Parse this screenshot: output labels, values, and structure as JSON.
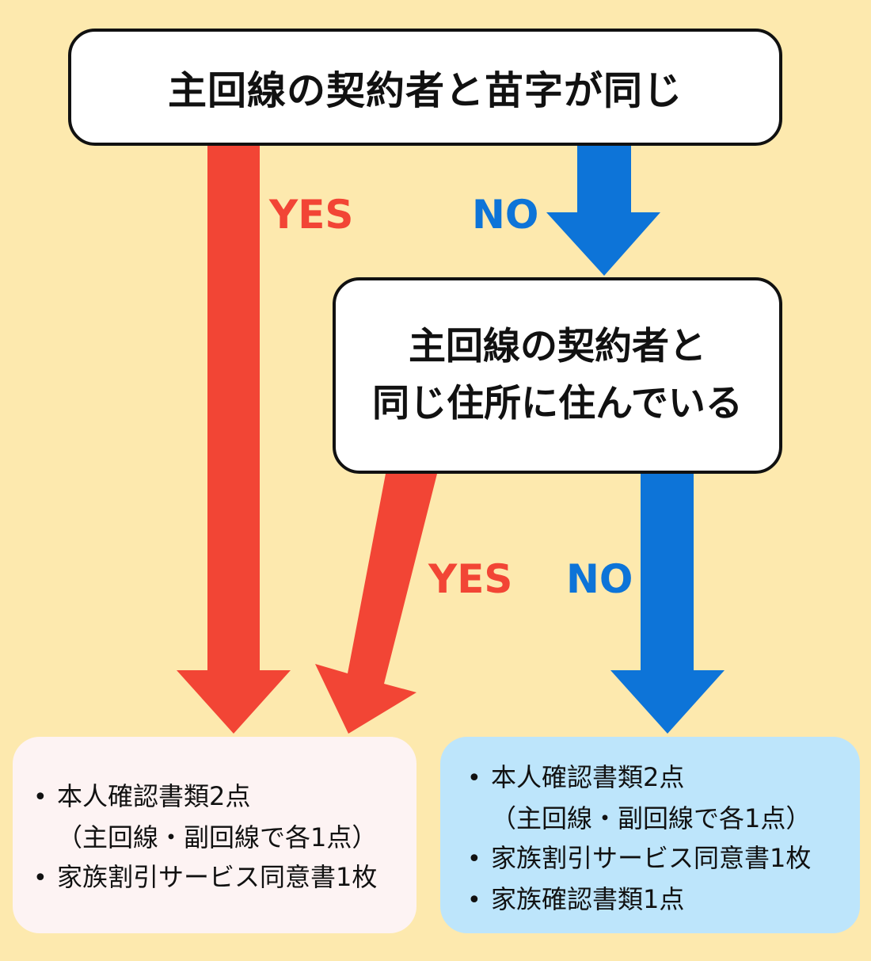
{
  "question1": "主回線の契約者と苗字が同じ",
  "question2": {
    "line1": "主回線の契約者と",
    "line2": "同じ住所に住んでいる"
  },
  "labels": {
    "yes": "YES",
    "no": "NO"
  },
  "results": {
    "yes": {
      "item1": "本人確認書類2点",
      "item1_note": "（主回線・副回線で各1点）",
      "item2": "家族割引サービス同意書1枚"
    },
    "no": {
      "item1": "本人確認書類2点",
      "item1_note": "（主回線・副回線で各1点）",
      "item2": "家族割引サービス同意書1枚",
      "item3": "家族確認書類1点"
    }
  },
  "colors": {
    "background": "#fde9ae",
    "yes": "#f24535",
    "no": "#0d74d8",
    "yes_panel": "#fdf3f3",
    "no_panel": "#bde5fb"
  }
}
